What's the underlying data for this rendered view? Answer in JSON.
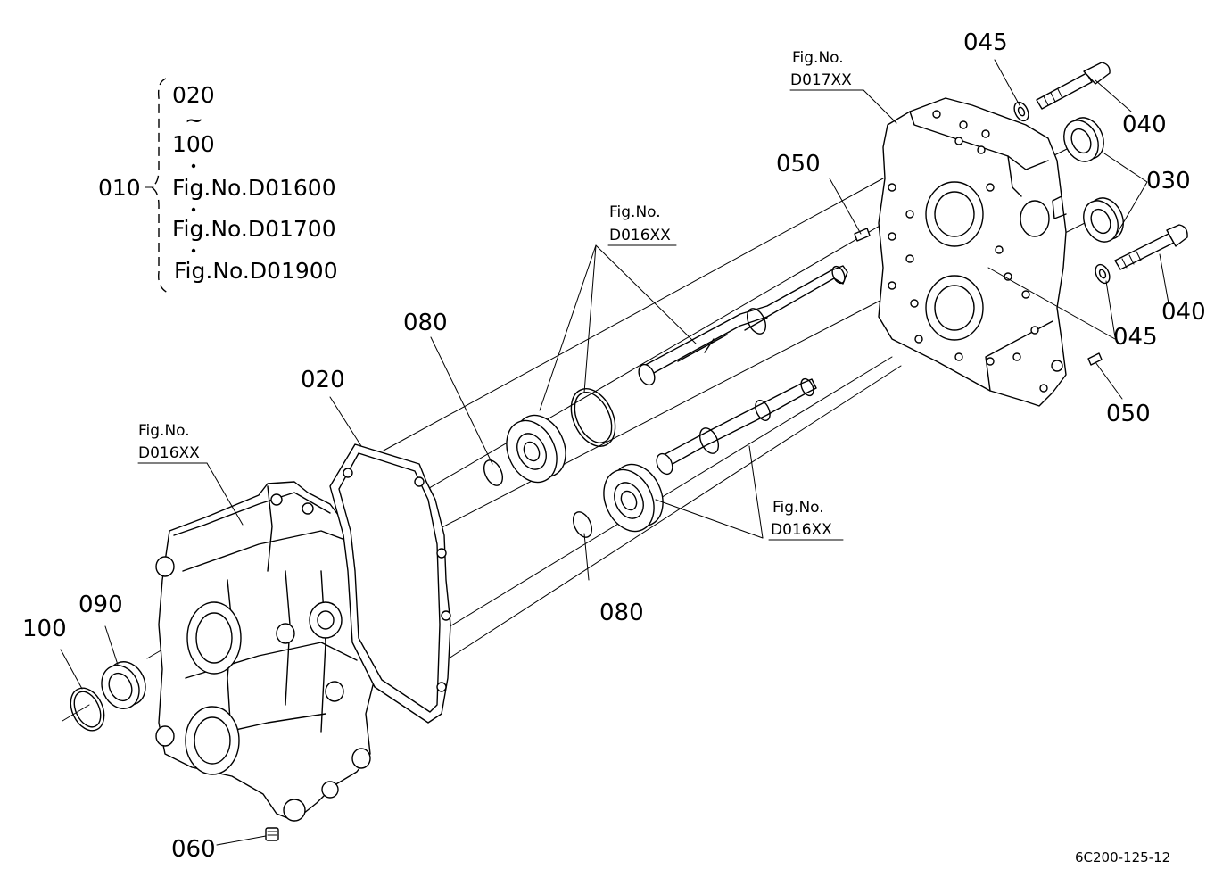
{
  "bracket": {
    "main_part": "010",
    "items": [
      "020",
      "~",
      "100",
      "Fig.No.D01600",
      "Fig.No.D01700",
      "Fig.No.D01900"
    ]
  },
  "parts": {
    "p020": "020",
    "p030": "030",
    "p040_top": "040",
    "p040_bottom": "040",
    "p045_top": "045",
    "p045_bottom": "045",
    "p050_top": "050",
    "p050_bottom": "050",
    "p060": "060",
    "p080_top": "080",
    "p080_bottom": "080",
    "p090": "090",
    "p100": "100"
  },
  "fig_refs": {
    "case": {
      "line1": "Fig.No.",
      "line2": "D016XX"
    },
    "cover": {
      "line1": "Fig.No.",
      "line2": "D017XX"
    },
    "upper_shaft": {
      "line1": "Fig.No.",
      "line2": "D016XX"
    },
    "lower_shaft": {
      "line1": "Fig.No.",
      "line2": "D016XX"
    }
  },
  "drawing_code": "6C200-125-12"
}
